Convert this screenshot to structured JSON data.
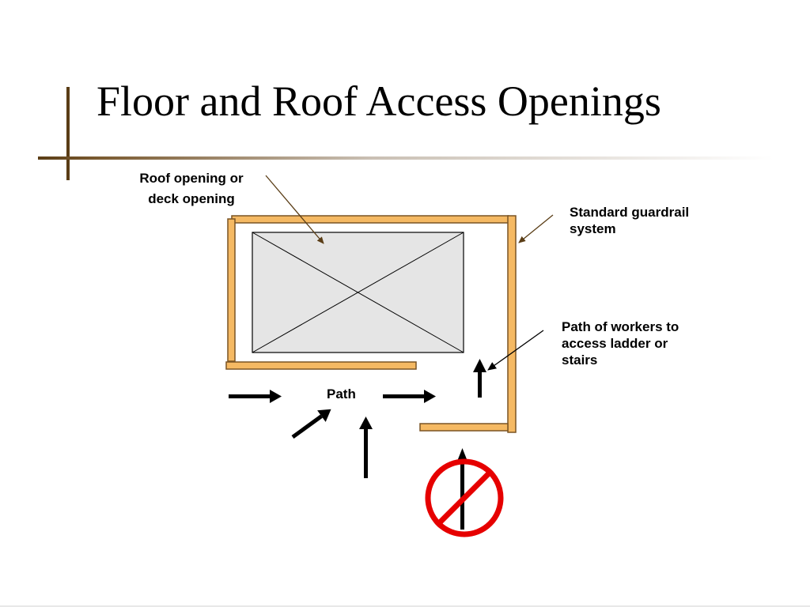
{
  "slide": {
    "title": "Floor and Roof Access Openings",
    "labels": {
      "roof_opening": [
        "Roof opening or",
        "deck opening"
      ],
      "guardrail": [
        "Standard guardrail",
        "system"
      ],
      "path_of_workers": [
        "Path of workers to",
        "access ladder or",
        "stairs"
      ],
      "path": "Path"
    }
  },
  "colors": {
    "title_text": "#000000",
    "accent_bar": "#5a3d16",
    "guardrail_fill": "#f5b963",
    "guardrail_stroke": "#7a5424",
    "opening_fill": "#e5e5e5",
    "leader_line": "#5a3d16",
    "arrow": "#000000",
    "prohibition": "#e60000"
  },
  "icons": [
    "prohibition-icon",
    "arrow-icon"
  ]
}
